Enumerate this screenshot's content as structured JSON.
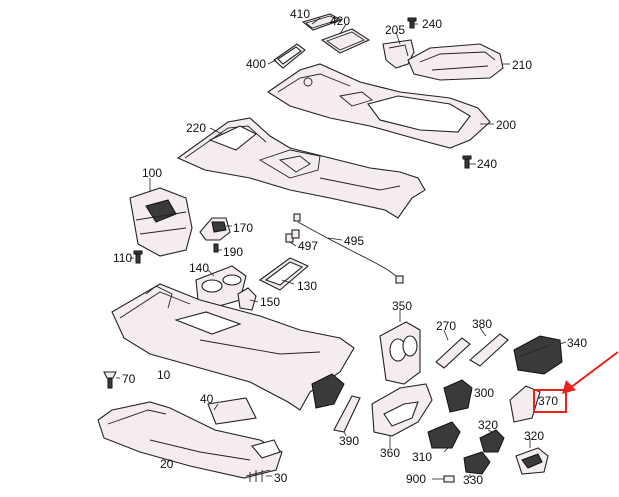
{
  "labels": {
    "c410": "410",
    "c420": "420",
    "c205": "205",
    "c240a": "240",
    "c400": "400",
    "c210": "210",
    "c220": "220",
    "c200": "200",
    "c240b": "240",
    "c100": "100",
    "c170": "170",
    "c497": "497",
    "c495": "495",
    "c190": "190",
    "c110": "110",
    "c140": "140",
    "c130": "130",
    "c150": "150",
    "c350": "350",
    "c270": "270",
    "c380": "380",
    "c340": "340",
    "c70": "70",
    "c10": "10",
    "c300": "300",
    "c370": "370",
    "c40": "40",
    "c390": "390",
    "c320a": "320",
    "c320b": "320",
    "c360": "360",
    "c310": "310",
    "c900": "900",
    "c330": "330",
    "c20": "20",
    "c30": "30"
  },
  "highlight": {
    "target_label": "370",
    "color": "#e8231f"
  }
}
